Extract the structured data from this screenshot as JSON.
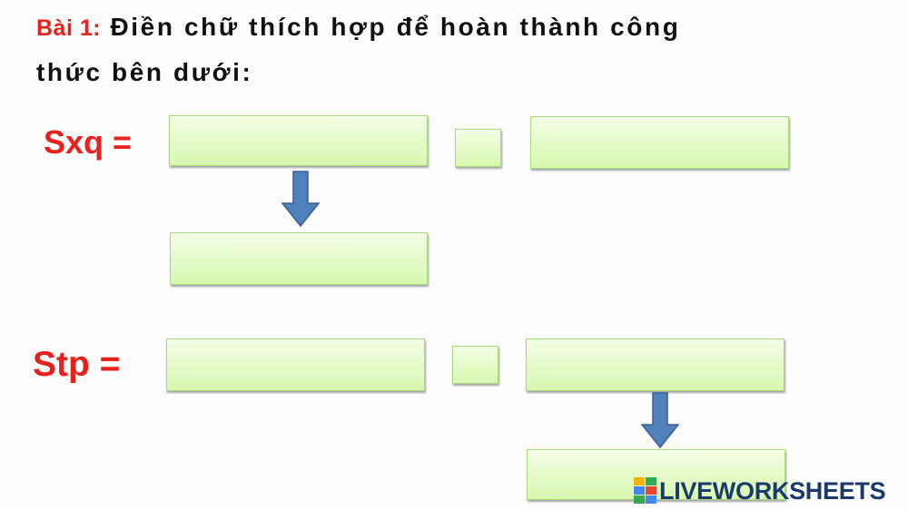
{
  "heading": {
    "prefix": "Bài 1:",
    "line1": "Điền chữ thích hợp để hoàn thành công",
    "line2": "thức bên dưới:"
  },
  "formulas": {
    "sxq_label": "Sxq =",
    "stp_label": "Stp ="
  },
  "inputs": {
    "sxq_term1": "",
    "sxq_operator": "",
    "sxq_term2": "",
    "sxq_result": "",
    "stp_term1": "",
    "stp_operator": "",
    "stp_term2": "",
    "stp_result": ""
  },
  "colors": {
    "label_red": "#e8211d",
    "box_fill": "#d8f8b0",
    "arrow_blue": "#4f81bd"
  },
  "watermark": {
    "text": "LIVEWORKSHEETS"
  }
}
